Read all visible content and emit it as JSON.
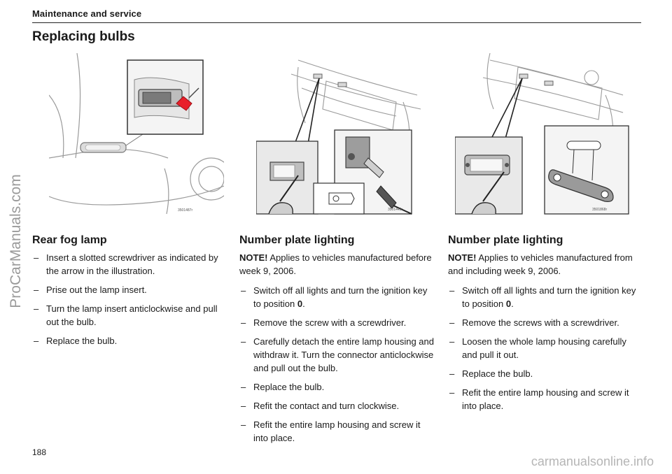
{
  "header": {
    "section": "Maintenance and service"
  },
  "page_title": "Replacing bulbs",
  "illustrations": [
    {
      "code": "3501487r"
    },
    {
      "code": "3501445r"
    },
    {
      "code": "3501868r"
    }
  ],
  "columns": [
    {
      "heading": "Rear fog lamp",
      "steps": [
        {
          "text": "Insert a slotted screwdriver as indicated by the arrow in the illustration."
        },
        {
          "text": "Prise out the lamp insert."
        },
        {
          "text": "Turn the lamp insert anticlockwise and pull out the bulb."
        },
        {
          "text": "Replace the bulb."
        }
      ]
    },
    {
      "heading": "Number plate lighting",
      "note_label": "NOTE!",
      "note_text": " Applies to vehicles manufactured before week 9, 2006.",
      "steps": [
        {
          "text": "Switch off all lights and turn the ignition key to position ",
          "bold": "0",
          "after": "."
        },
        {
          "text": "Remove the screw with a screwdriver."
        },
        {
          "text": "Carefully detach the entire lamp housing and withdraw it. Turn the connector anticlockwise and pull out the bulb."
        },
        {
          "text": "Replace the bulb."
        },
        {
          "text": "Refit the contact and turn clockwise."
        },
        {
          "text": "Refit the entire lamp housing and screw it into place."
        }
      ]
    },
    {
      "heading": "Number plate lighting",
      "note_label": "NOTE!",
      "note_text": " Applies to vehicles manufactured from and including week 9, 2006.",
      "steps": [
        {
          "text": "Switch off all lights and turn the ignition key to position ",
          "bold": "0",
          "after": "."
        },
        {
          "text": "Remove the screws with a screwdriver."
        },
        {
          "text": "Loosen the whole lamp housing carefully and pull it out."
        },
        {
          "text": "Replace the bulb."
        },
        {
          "text": "Refit the entire lamp housing and screw it into place."
        }
      ]
    }
  ],
  "list_dash": "–",
  "page_number": "188",
  "watermarks": {
    "side": "ProCarManuals.com",
    "bottom": "carmanualsonline.info"
  },
  "colors": {
    "accent_red": "#e8202a",
    "line_gray": "#9a9a9a",
    "text": "#1a1a1a"
  }
}
